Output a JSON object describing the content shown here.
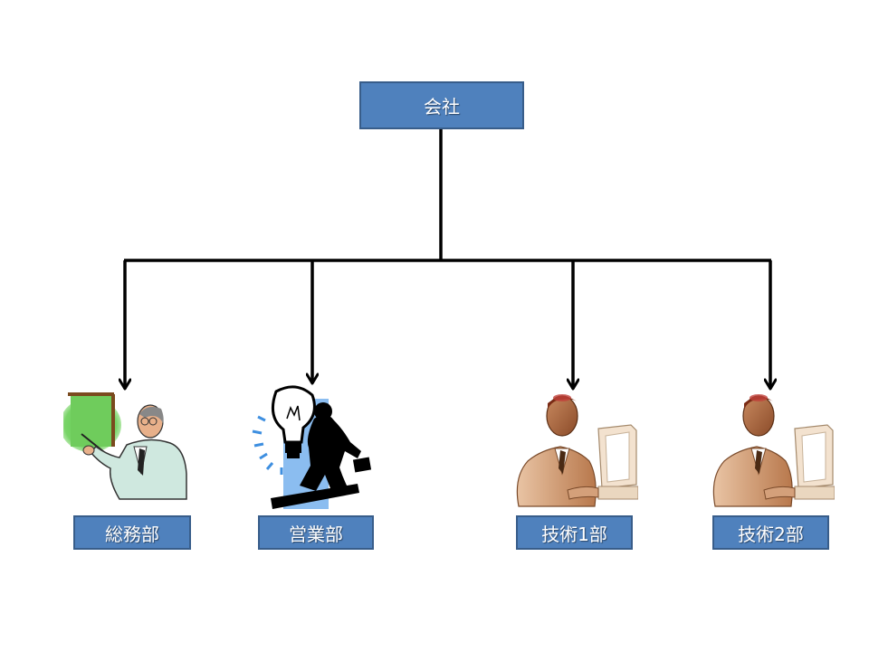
{
  "org_chart": {
    "root": {
      "label": "会社"
    },
    "departments": [
      {
        "label": "総務部",
        "icon": "presenter-icon"
      },
      {
        "label": "営業部",
        "icon": "lightbulb-businessman-icon"
      },
      {
        "label": "技術1部",
        "icon": "computer-worker-icon"
      },
      {
        "label": "技術2部",
        "icon": "computer-worker-icon"
      }
    ]
  },
  "colors": {
    "box_fill": "#4f81bd",
    "box_border": "#385d8a",
    "connector": "#000000",
    "board_green": "#66cc55",
    "bulb_glow": "#8bbdf0"
  }
}
